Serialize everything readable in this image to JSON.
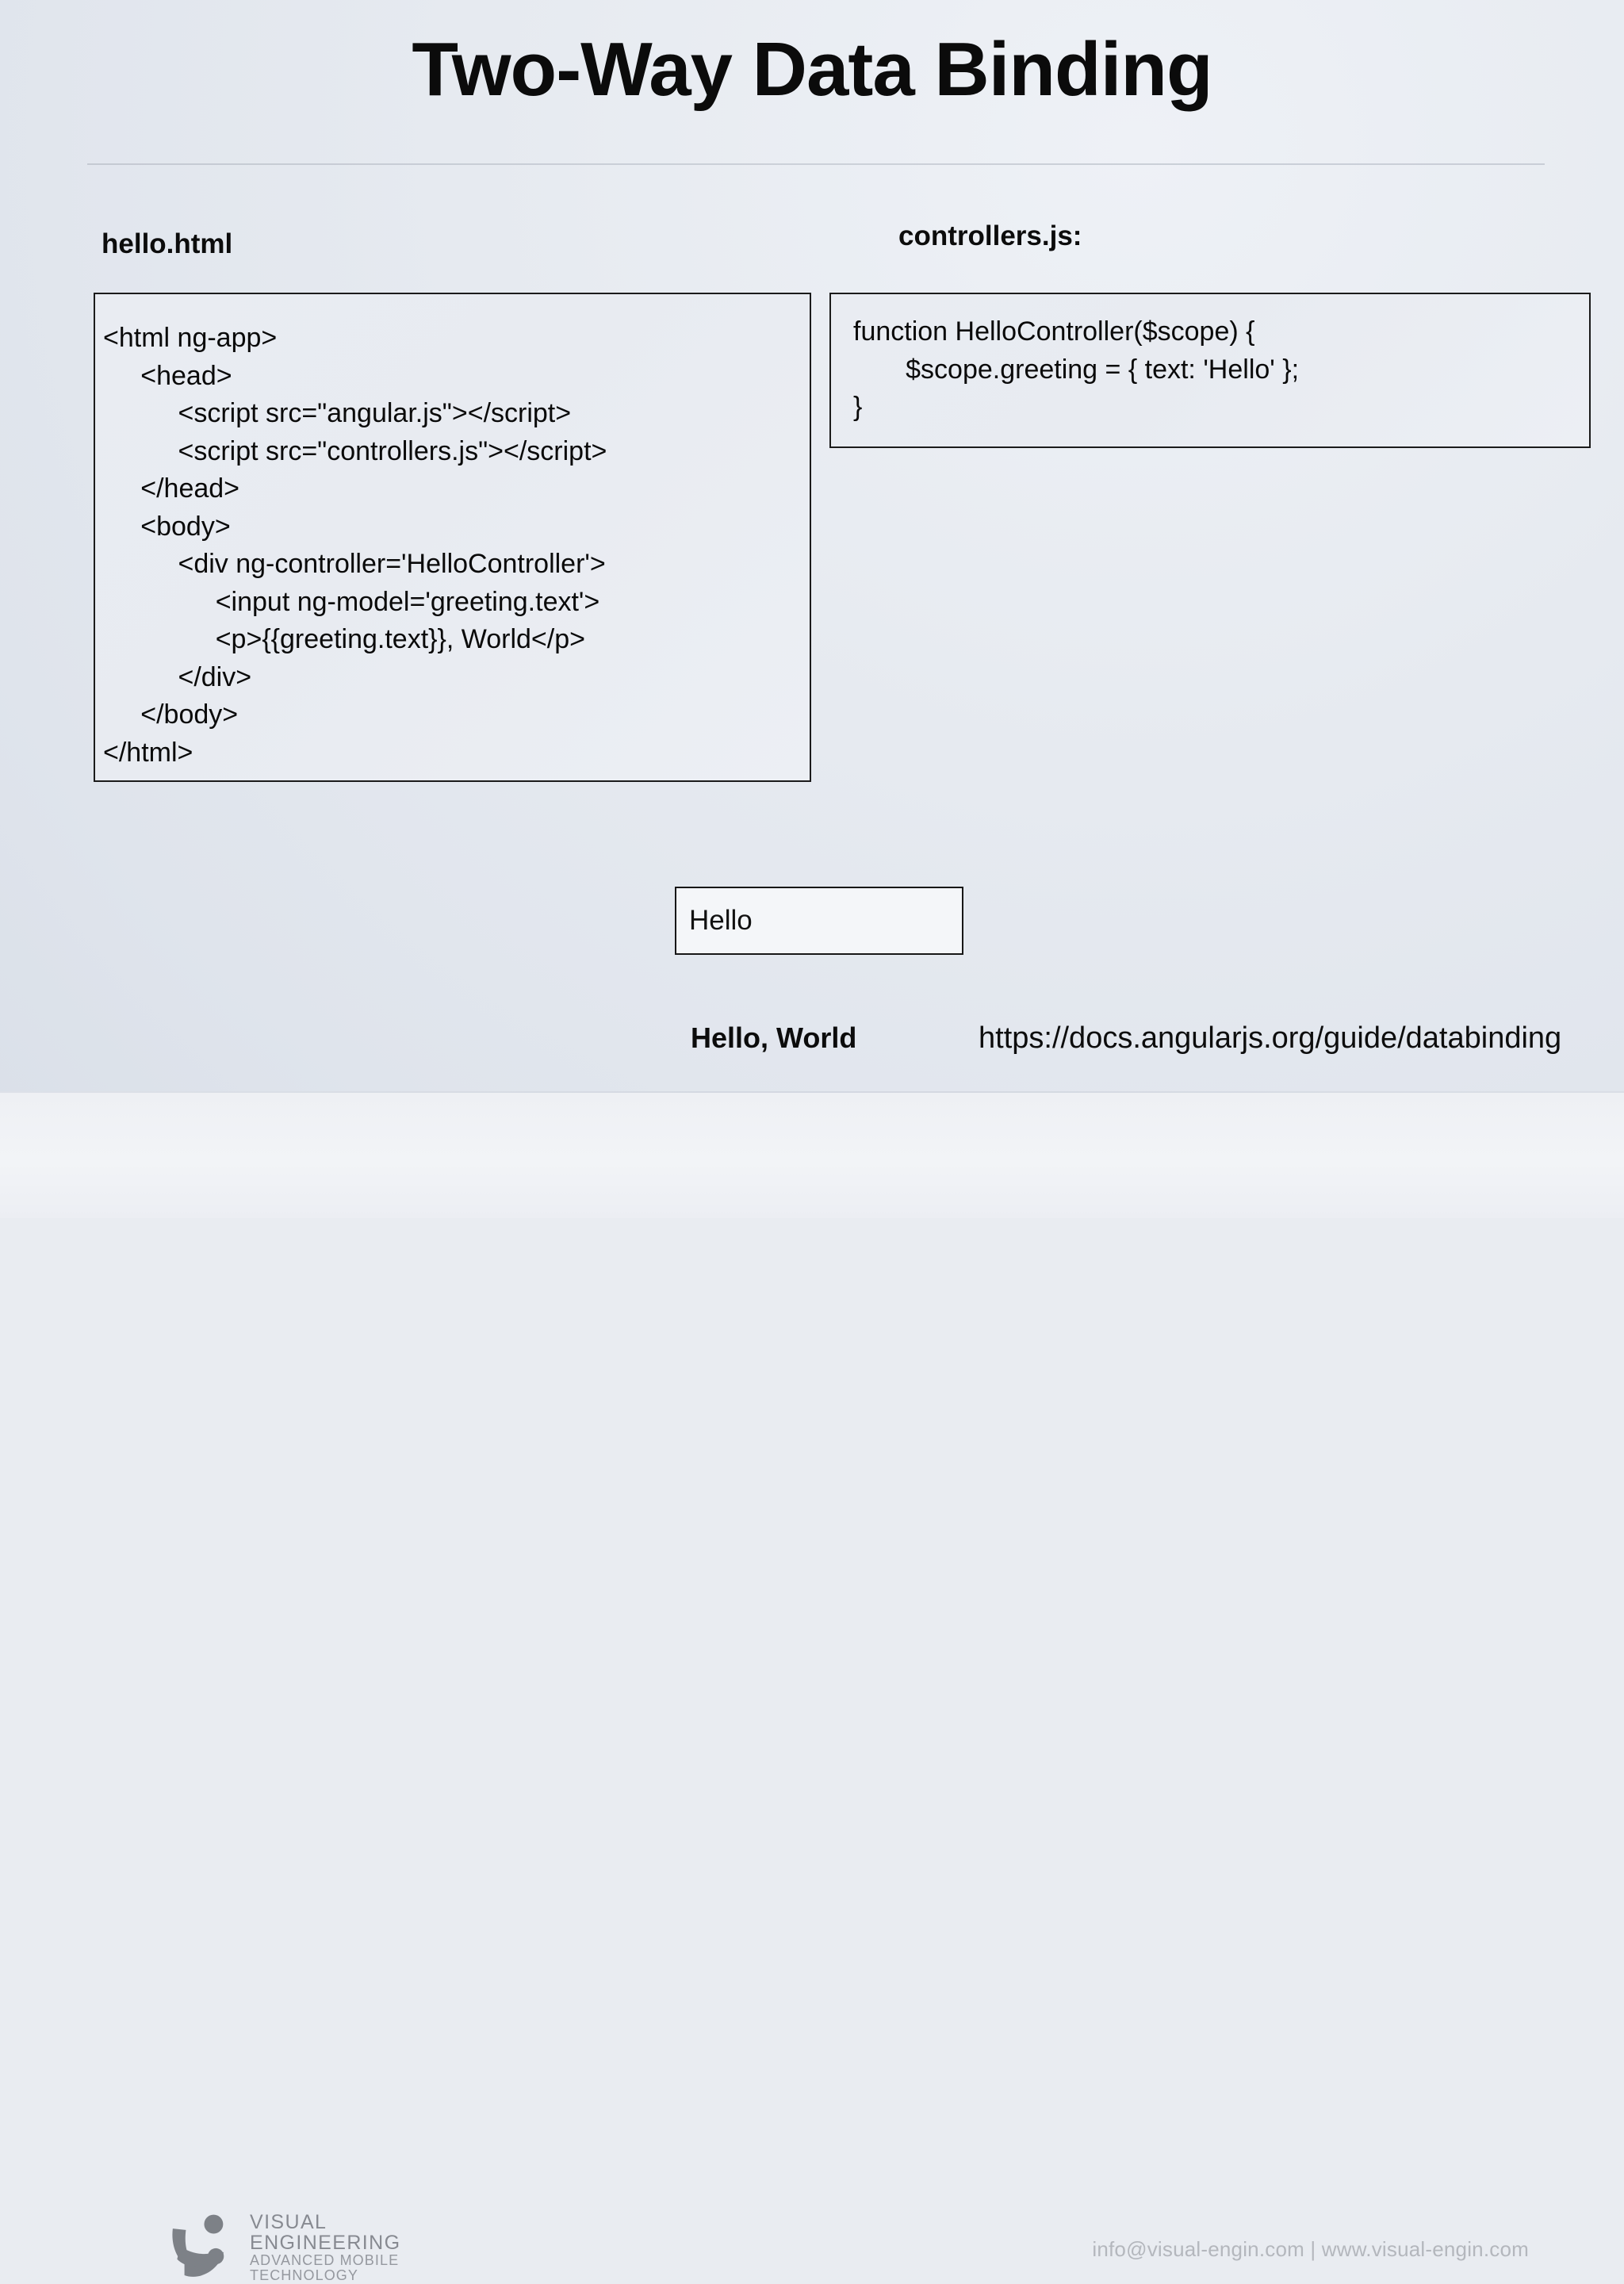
{
  "slide": {
    "title": "Two-Way Data Binding"
  },
  "html_panel": {
    "label": "hello.html",
    "code": "<html ng-app>\n     <head>\n          <script src=\"angular.js\"></script>\n          <script src=\"controllers.js\"></script>\n     </head>\n     <body>\n          <div ng-controller='HelloController'>\n               <input ng-model='greeting.text'>\n               <p>{{greeting.text}}, World</p>\n          </div>\n     </body>\n</html>"
  },
  "js_panel": {
    "label": "controllers.js:",
    "code": "function HelloController($scope) {\n       $scope.greeting = { text: 'Hello' };\n}"
  },
  "demo": {
    "input_value": "Hello",
    "input_placeholder": "",
    "output_text": "Hello, World",
    "doc_link": "https://docs.angularjs.org/guide/databinding"
  },
  "footer": {
    "logo_line1": "VISUAL",
    "logo_line2": "ENGINEERING",
    "logo_line3": "ADVANCED MOBILE",
    "logo_line4": "TECHNOLOGY",
    "contact": "info@visual-engin.com | www.visual-engin.com"
  },
  "colors": {
    "background_top": "#eef1f6",
    "background_bottom": "#d9dfe8",
    "text": "#0b0b0b",
    "border": "#1b1b1b",
    "footer_text": "#b4b7bd",
    "logo_gray": "#7d8187"
  }
}
